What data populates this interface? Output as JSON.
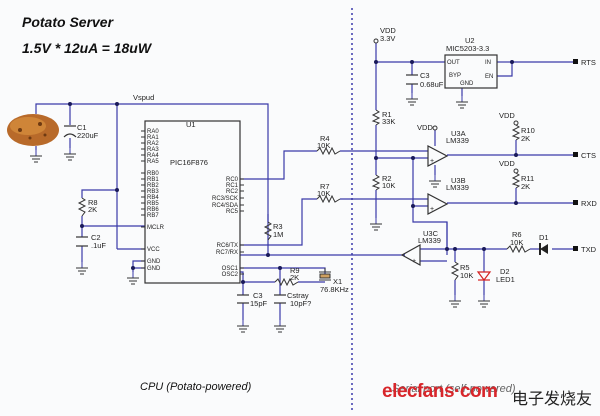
{
  "title": "Potato Server",
  "formula": "1.5V * 12uA = 18uW",
  "sections": {
    "left": "CPU (Potato-powered)",
    "right": "Serial port (self-powered)"
  },
  "watermark": {
    "text": "elecfans·com",
    "cn": "电子发烧友"
  },
  "colors": {
    "wire": "#3a3aa8",
    "divider": "#6a6ac0",
    "led": "#d42020",
    "potato": "#b86a2a"
  },
  "nets": {
    "vspud": "Vspud",
    "vdd": "VDD",
    "vdd_v": "3.3V"
  },
  "u1": {
    "ref": "U1",
    "part": "PIC16F876",
    "left_pins": [
      "RA0",
      "RA1",
      "RA2",
      "RA3",
      "RA4",
      "RA5",
      "RB0",
      "RB1",
      "RB2",
      "RB3",
      "RB4",
      "RB5",
      "RB6",
      "RB7",
      "MCLR",
      "VCC",
      "GND",
      "GND"
    ],
    "right_pins": [
      "RC0",
      "RC1",
      "RC2",
      "RC3/SCK",
      "RC4/SDA",
      "RC5",
      "RC6/TX",
      "RC7/RX",
      "OSC1",
      "OSC2"
    ]
  },
  "u2": {
    "ref": "U2",
    "part": "MIC5203-3.3",
    "pins": [
      "OUT",
      "IN",
      "BYP",
      "EN",
      "GND"
    ]
  },
  "u3a": {
    "ref": "U3A",
    "part": "LM339"
  },
  "u3b": {
    "ref": "U3B",
    "part": "LM339"
  },
  "u3c": {
    "ref": "U3C",
    "part": "LM339"
  },
  "components": {
    "c1": {
      "ref": "C1",
      "value": "220uF"
    },
    "c2": {
      "ref": "C2",
      "value": ".1uF"
    },
    "c3a": {
      "ref": "C3",
      "value": "0.68uF"
    },
    "c3b": {
      "ref": "C3",
      "value": "15pF"
    },
    "cstray": {
      "ref": "Cstray",
      "value": "10pF?"
    },
    "r1": {
      "ref": "R1",
      "value": "33K"
    },
    "r2": {
      "ref": "R2",
      "value": "10K"
    },
    "r3": {
      "ref": "R3",
      "value": "1M"
    },
    "r4": {
      "ref": "R4",
      "value": "10K"
    },
    "r5": {
      "ref": "R5",
      "value": "10K"
    },
    "r6": {
      "ref": "R6",
      "value": "10K"
    },
    "r7": {
      "ref": "R7",
      "value": "10K"
    },
    "r8": {
      "ref": "R8",
      "value": "2K"
    },
    "r9": {
      "ref": "R9",
      "value": "2K"
    },
    "r10": {
      "ref": "R10",
      "value": "2K"
    },
    "r11": {
      "ref": "R11",
      "value": "2K"
    },
    "d1": {
      "ref": "D1"
    },
    "d2": {
      "ref": "D2",
      "value": "LED1"
    },
    "x1": {
      "ref": "X1",
      "value": "76.8KHz"
    }
  },
  "ports": [
    "RTS",
    "CTS",
    "RXD",
    "TXD"
  ]
}
